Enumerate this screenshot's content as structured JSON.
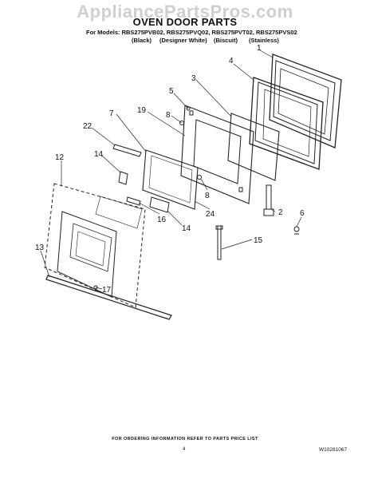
{
  "watermark": "AppliancePartsPros.com",
  "title": "OVEN DOOR PARTS",
  "models_line": "For Models: RBS275PVB02, RBS275PVQ02, RBS275PVT02, RBS275PVS02",
  "colors": [
    "(Black)",
    "(Designer White)",
    "(Biscuit)",
    "(Stainless)"
  ],
  "callouts": [
    "1",
    "4",
    "3",
    "5",
    "8",
    "19",
    "7",
    "22",
    "14",
    "12",
    "8",
    "24",
    "2",
    "6",
    "16",
    "14",
    "15",
    "13",
    "17"
  ],
  "footer": "FOR ORDERING INFORMATION REFER TO PARTS PRICE LIST",
  "page_number": "4",
  "document_number": "W10281067"
}
